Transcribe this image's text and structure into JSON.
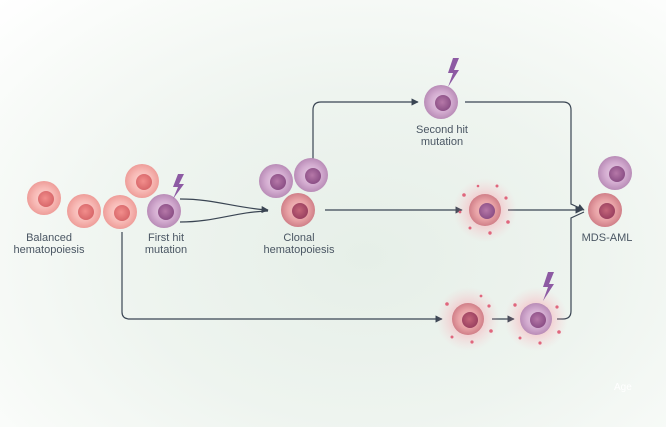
{
  "labels": {
    "balanced": "Balanced\nhematopoiesis",
    "first_hit": "First hit\nmutation",
    "clonal": "Clonal\nhematopoiesis",
    "second_hit": "Second hit\nmutation",
    "mds_aml": "MDS-AML",
    "age": "Age"
  },
  "colors": {
    "normal_cell": "#f2a6a2",
    "mutant_cell": "#b06f9c",
    "intermediate_cell": "#c97585",
    "glow": "#e77c8e",
    "arrow": "#3a4553",
    "bolt": "#8d5aa3"
  }
}
